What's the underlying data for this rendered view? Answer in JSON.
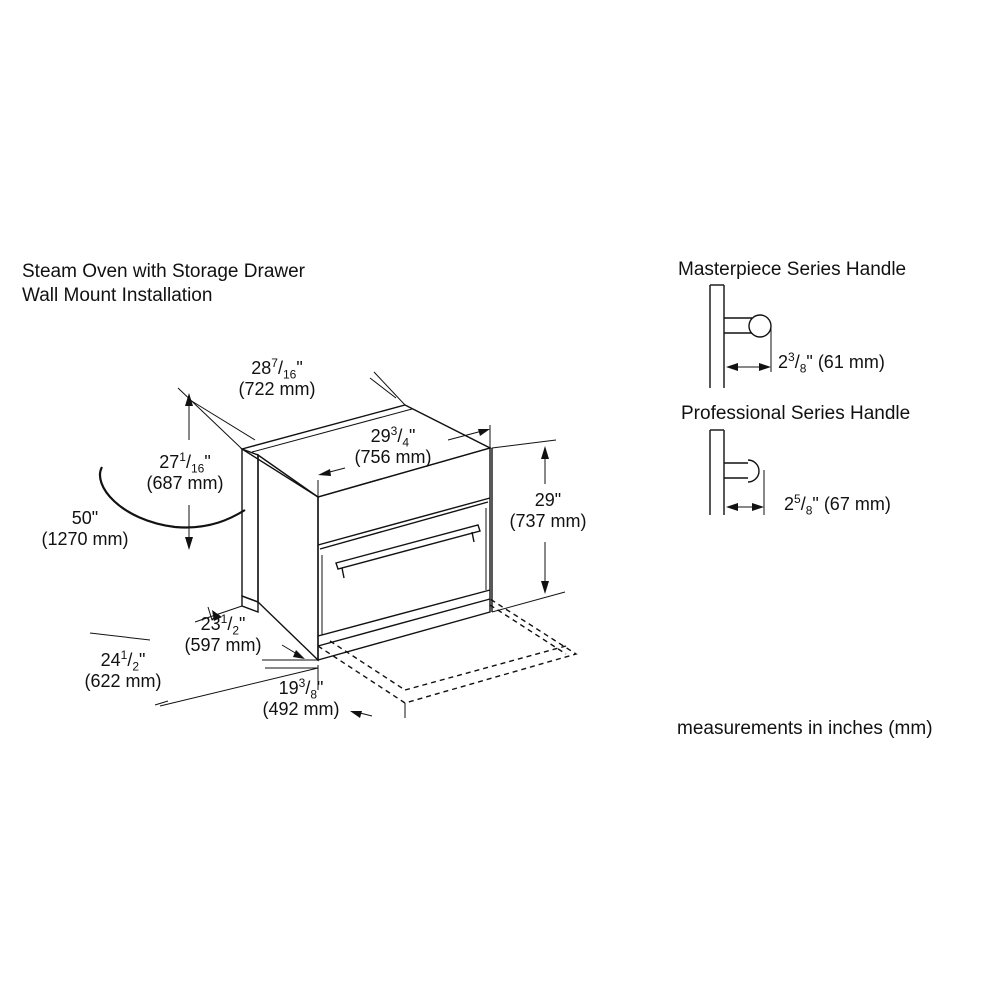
{
  "title": {
    "line1": "Steam Oven with Storage Drawer",
    "line2": "Wall Mount Installation"
  },
  "dimensions": {
    "top_depth": {
      "whole": "28",
      "num": "7",
      "den": "16",
      "unit": "\"",
      "mm": "(722 mm)"
    },
    "top_width": {
      "whole": "29",
      "num": "3",
      "den": "4",
      "unit": "\"",
      "mm": "(756 mm)"
    },
    "side_height": {
      "whole": "27",
      "num": "1",
      "den": "16",
      "unit": "\"",
      "mm": "(687 mm)"
    },
    "cord": {
      "inch": "50\"",
      "mm": "(1270 mm)"
    },
    "front_height": {
      "inch": "29\"",
      "mm": "(737 mm)"
    },
    "depth_inner": {
      "whole": "23",
      "num": "1",
      "den": "2",
      "unit": "\"",
      "mm": "(597 mm)"
    },
    "depth_outer": {
      "whole": "24",
      "num": "1",
      "den": "2",
      "unit": "\"",
      "mm": "(622 mm)"
    },
    "drawer_depth": {
      "whole": "19",
      "num": "3",
      "den": "8",
      "unit": "\"",
      "mm": "(492 mm)"
    }
  },
  "handles": {
    "masterpiece": {
      "title": "Masterpiece Series Handle",
      "dim": {
        "whole": "2",
        "num": "3",
        "den": "8",
        "unit": "\"",
        "mm": "(61 mm)"
      }
    },
    "professional": {
      "title": "Professional Series Handle",
      "dim": {
        "whole": "2",
        "num": "5",
        "den": "8",
        "unit": "\"",
        "mm": "(67 mm)"
      }
    }
  },
  "note": "measurements in inches (mm)"
}
